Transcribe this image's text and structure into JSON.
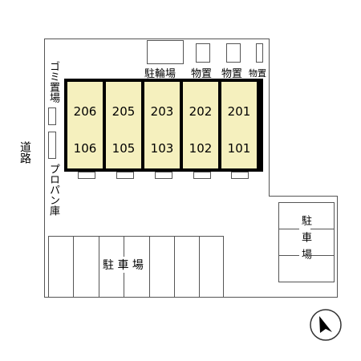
{
  "road": "道路",
  "garbage": "ゴミ置場",
  "propane": "プロパン庫",
  "bike_parking": "駐輪場",
  "storage": [
    "物置",
    "物置",
    "物置"
  ],
  "parking_lot": "駐 車 場",
  "parking_right": "駐車場",
  "units": [
    {
      "upper": "206",
      "lower": "106"
    },
    {
      "upper": "205",
      "lower": "105"
    },
    {
      "upper": "203",
      "lower": "103"
    },
    {
      "upper": "202",
      "lower": "102"
    },
    {
      "upper": "201",
      "lower": "101"
    }
  ],
  "colors": {
    "unit_fill": "#f5f0be",
    "building_border": "#000000",
    "lines": "#555555"
  },
  "compass": "north-arrow-icon"
}
